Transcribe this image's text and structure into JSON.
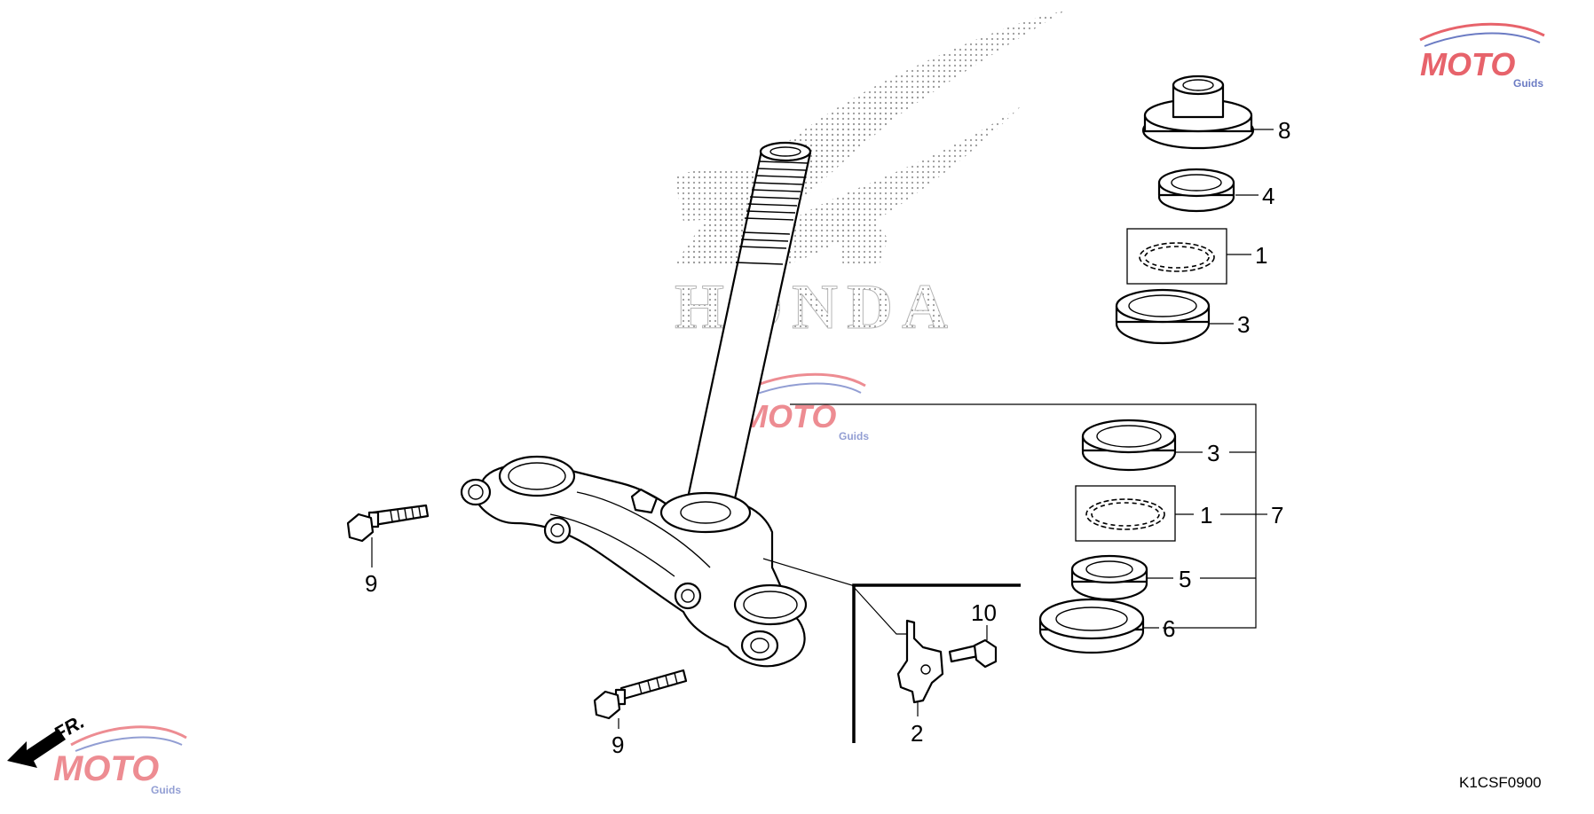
{
  "diagram": {
    "code": "K1CSF0900",
    "front_indicator": "FR.",
    "background_logo_text": "HONDA",
    "watermark": {
      "text": "MOTO",
      "sub": "Guids",
      "accent_red": "#e0303a",
      "accent_blue": "#3a4fb0"
    },
    "callouts": {
      "c1_top": "1",
      "c1_kit": "1",
      "c2": "2",
      "c3_top": "3",
      "c3_kit": "3",
      "c4": "4",
      "c5": "5",
      "c6": "6",
      "c7": "7",
      "c8": "8",
      "c9_upper": "9",
      "c9_lower": "9",
      "c10": "10"
    }
  }
}
